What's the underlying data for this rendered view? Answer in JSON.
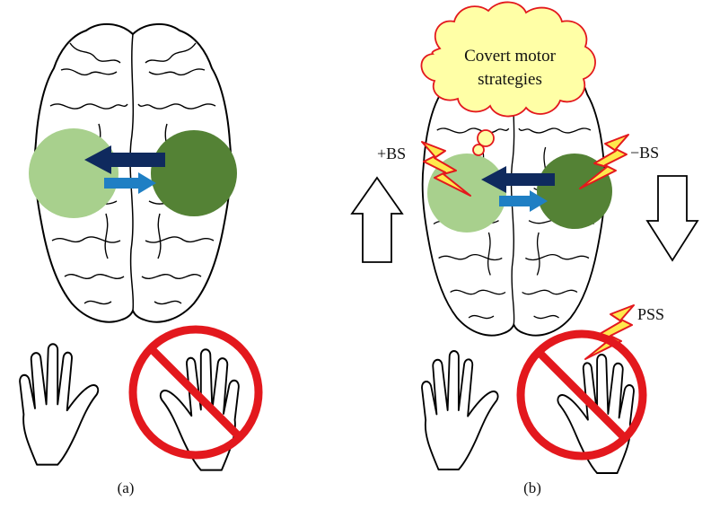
{
  "panel_a": {
    "label": "(a)"
  },
  "panel_b": {
    "label": "(b)",
    "thought_bubble": [
      "Covert motor",
      "strategies"
    ],
    "left_stimulation_label": "+BS",
    "right_stimulation_label": "−BS",
    "peripheral_stimulation_label": "PSS",
    "left_arrow_direction": "up",
    "right_arrow_direction": "down"
  },
  "colors": {
    "light_green": "#a8d08d",
    "dark_green": "#548235",
    "navy_arrow": "#0f2a5e",
    "blue_arrow": "#1f7fc4",
    "prohibition_red": "#e3181d",
    "bolt_yellow": "#ffe84d",
    "cloud_yellow": "#ffffa6"
  },
  "icons": [
    "brain-outline",
    "left-hand-outline",
    "right-hand-outline",
    "prohibition-sign",
    "lightning-bolt",
    "thought-cloud",
    "block-arrow"
  ]
}
